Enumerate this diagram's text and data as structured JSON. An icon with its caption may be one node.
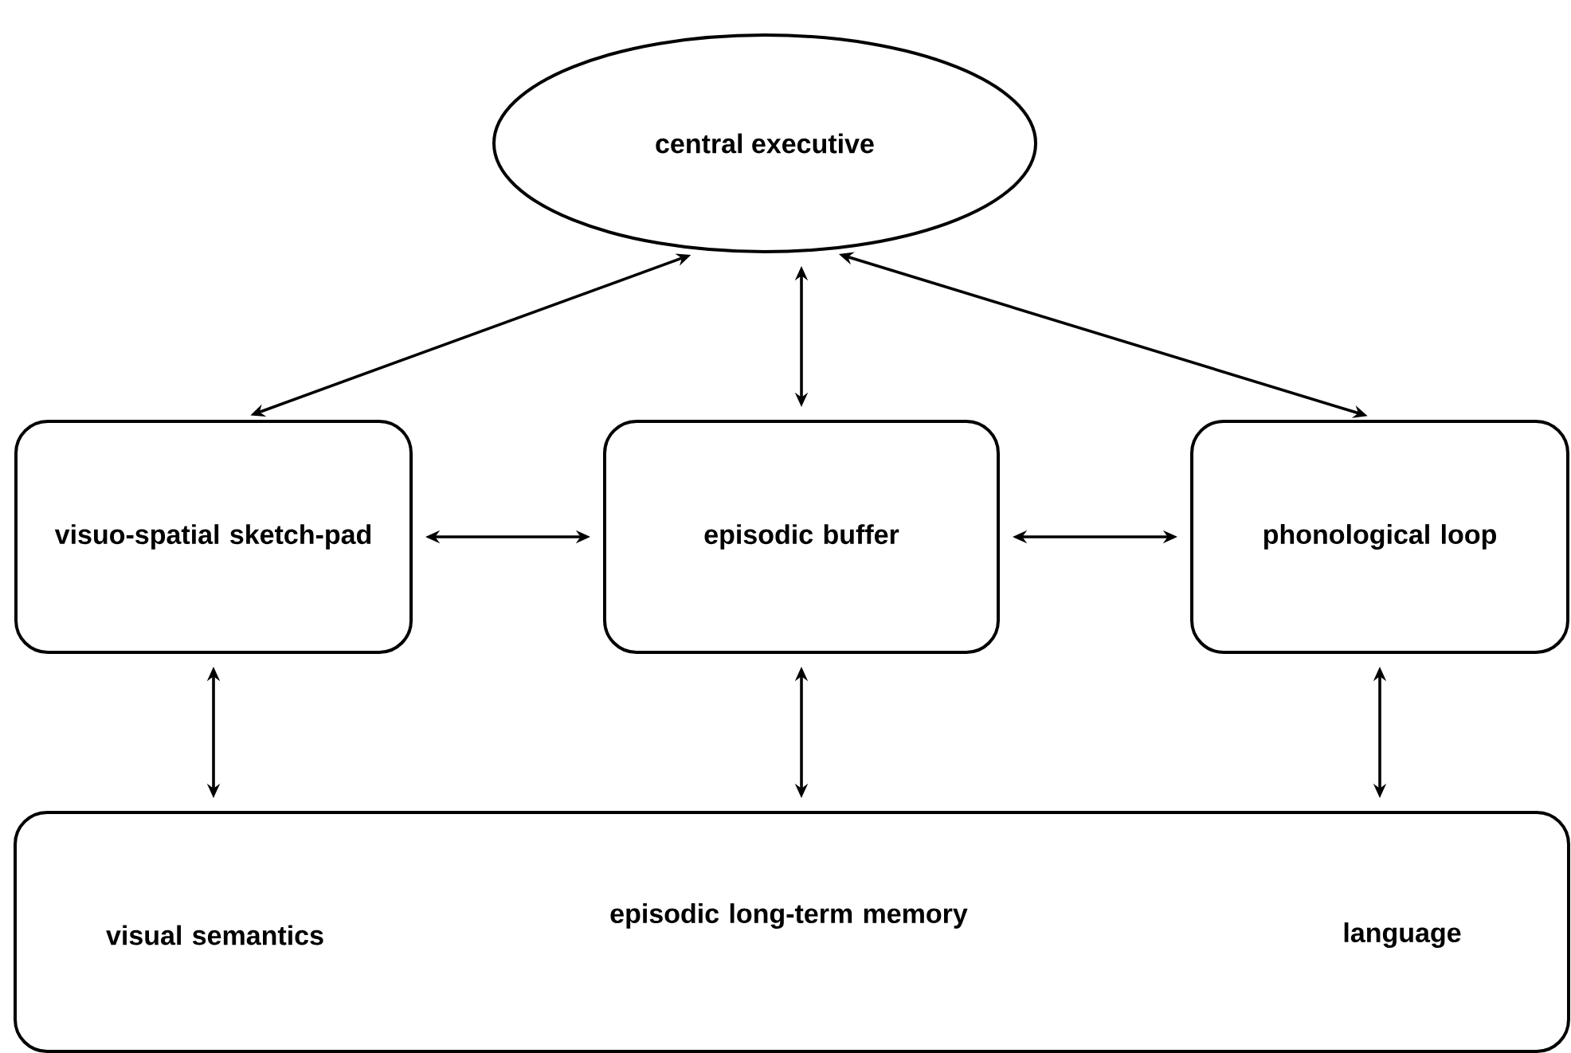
{
  "diagram": {
    "nodes": [
      {
        "text": [
          "central executive"
        ]
      },
      {
        "text": [
          "visuo-spatial sketch-pad"
        ]
      },
      {
        "text": [
          "episodic buffer"
        ]
      },
      {
        "text": [
          "phonological loop"
        ]
      },
      {
        "text": [
          "visual semantics",
          "episodic long-term memory",
          "language"
        ]
      }
    ],
    "edges": [
      {
        "from": 0,
        "to": 1,
        "arrow": "both"
      },
      {
        "from": 0,
        "to": 2,
        "arrow": "both"
      },
      {
        "from": 0,
        "to": 3,
        "arrow": "both"
      },
      {
        "from": 1,
        "to": 2,
        "arrow": "both"
      },
      {
        "from": 2,
        "to": 3,
        "arrow": "both"
      },
      {
        "from": 1,
        "to": 4,
        "arrow": "both"
      },
      {
        "from": 2,
        "to": 4,
        "arrow": "both"
      },
      {
        "from": 3,
        "to": 4,
        "arrow": "both"
      }
    ]
  }
}
